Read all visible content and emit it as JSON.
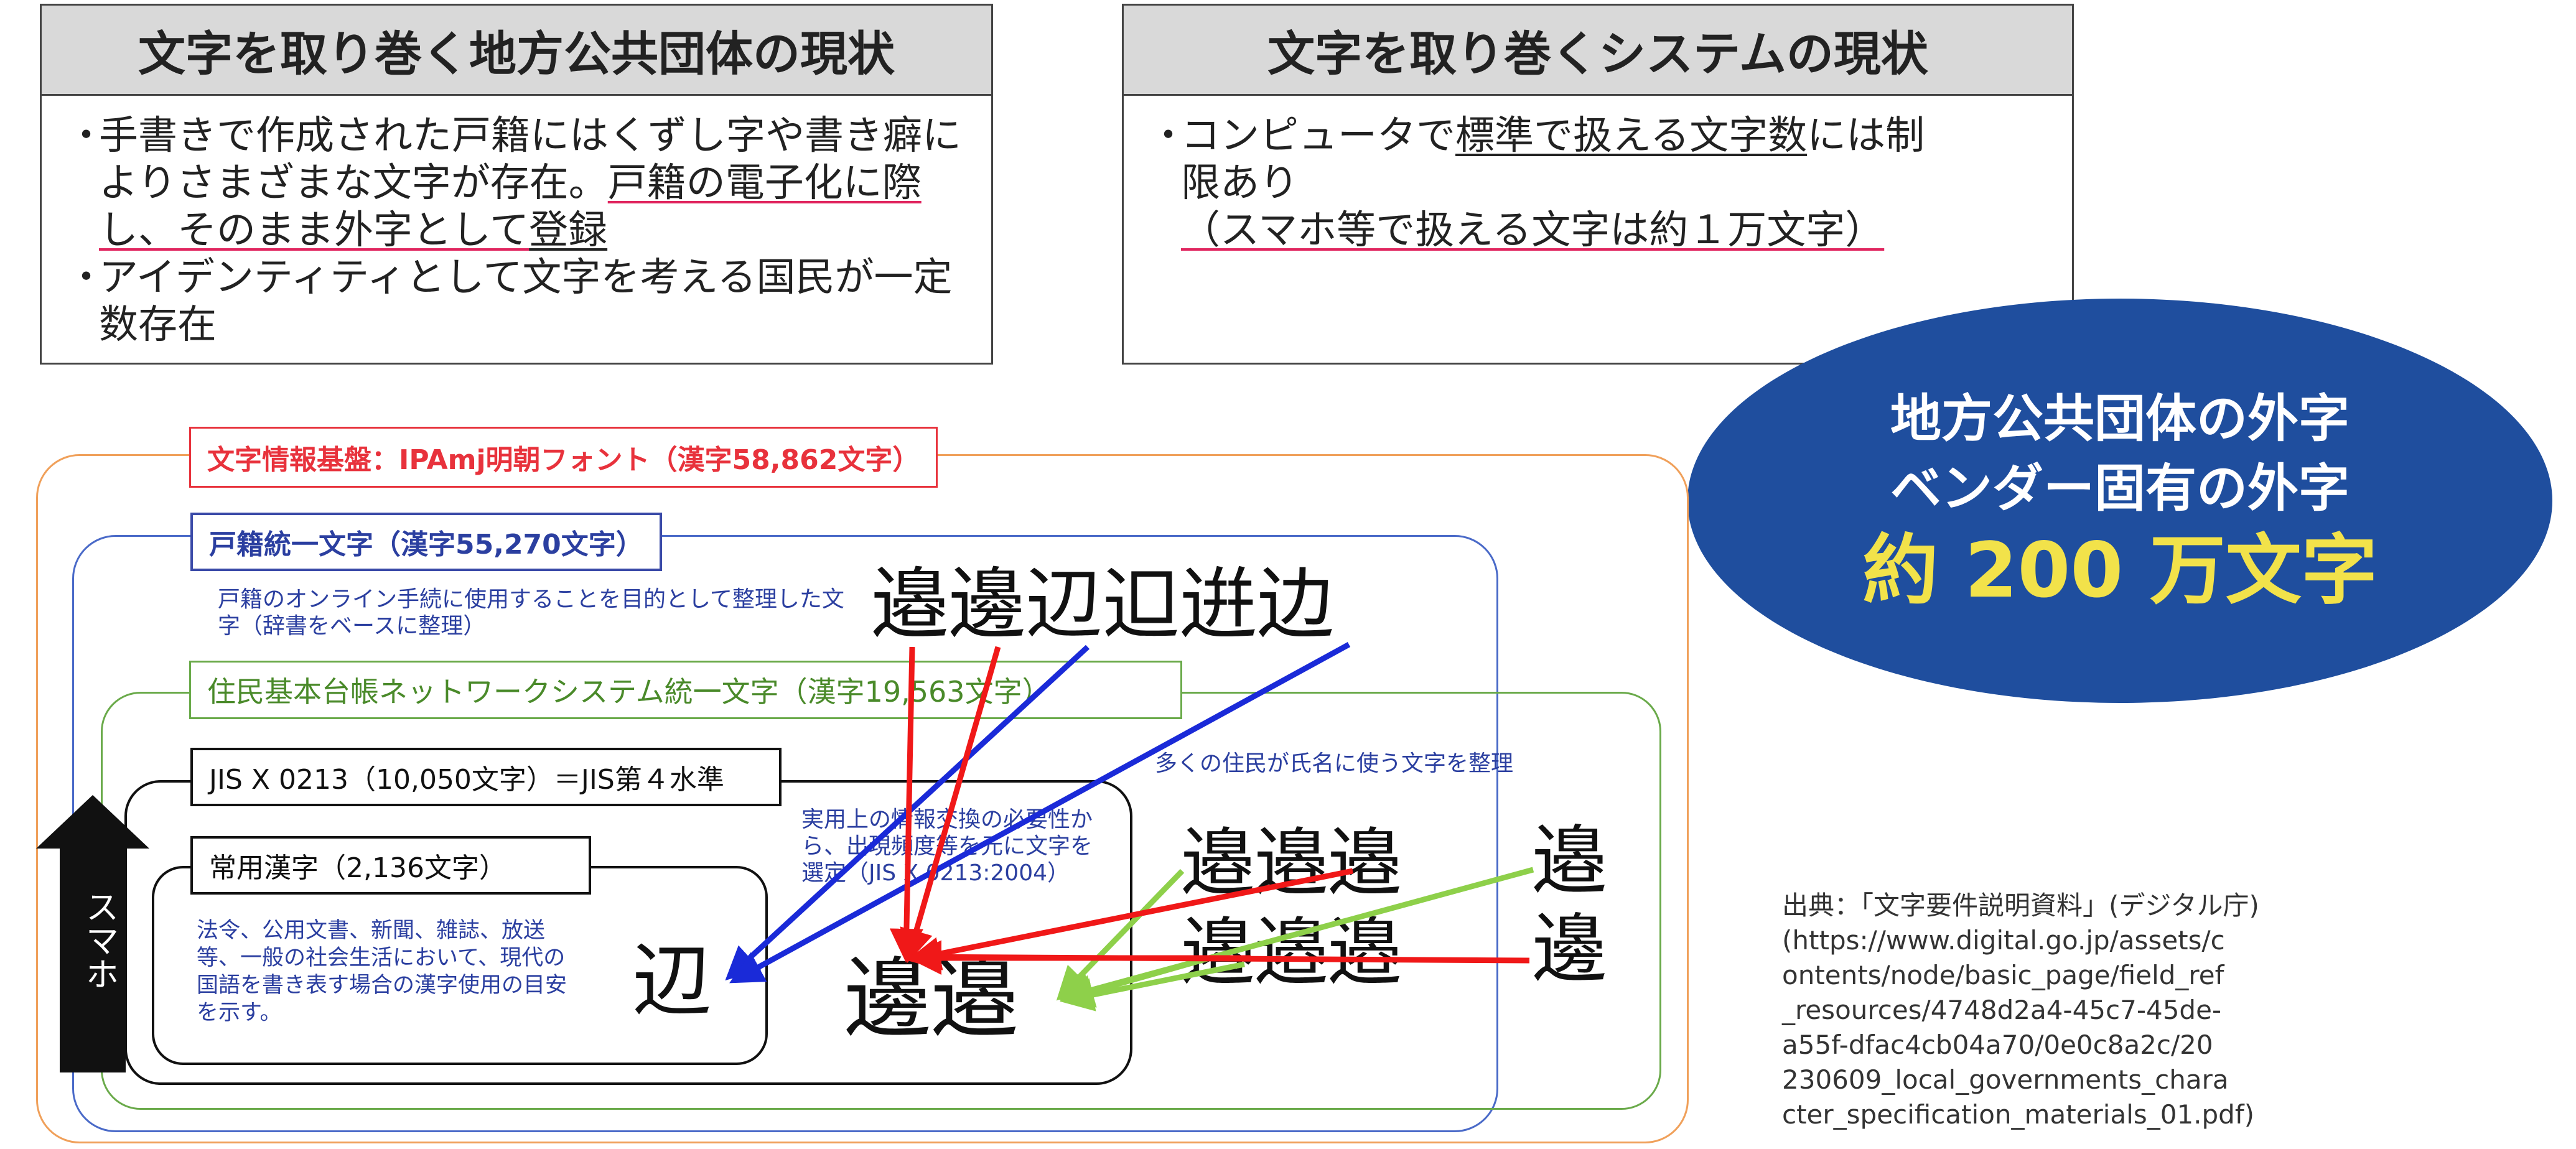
{
  "panel_left": {
    "title": "文字を取り巻く地方公共団体の現状",
    "bullet": "・",
    "item1_a": "手書きで作成された戸籍にはくずし字や書き癖によりさまざまな文字が存在。",
    "item1_b": "戸籍の電子化に際し、そのまま外字として",
    "item1_c": "登録",
    "item2": "アイデンティティとして文字を考える国民が一定数存在"
  },
  "panel_right": {
    "title": "文字を取り巻くシステムの現状",
    "bullet": "・",
    "line1_a": "コンピュータで",
    "line1_b": "標準で扱える文字数",
    "line1_c": "には制限あり",
    "line2": "（スマホ等で扱える文字は約１万文字）"
  },
  "ellipse": {
    "line1": "地方公共団体の外字",
    "line2": "ベンダー固有の外字",
    "line3": "約 200 万文字"
  },
  "sets": {
    "ipamj": "文字情報基盤：IPAmj明朝フォント（漢字58,862文字）",
    "koseki": "戸籍統一文字（漢字55,270文字）",
    "koseki_desc": "戸籍のオンライン手続に使用することを目的として整理した文字（辞書をベースに整理）",
    "juki": "住民基本台帳ネットワークシステム統一文字（漢字19,563文字）",
    "juki_desc": "多くの住民が氏名に使う文字を整理",
    "jis": "JIS X 0213（10,050文字）＝JIS第４水準",
    "jis_desc": "実用上の情報交換の必要性から、出現頻度等を元に文字を選定（JIS X 0213:2004）",
    "joyo": "常用漢字（2,136文字）",
    "joyo_desc": "法令、公用文書、新聞、雑誌、放送等、一般の社会生活において、現代の国語を書き表す場合の漢字使用の目安を示す。",
    "smaho": "スマホ"
  },
  "kanji": {
    "top_row": "邉邊辺𨑕逬边",
    "joyo_char": "辺",
    "jis_pair": "邊邉",
    "mid_row1": "邉邉邉",
    "mid_row2": "邉邉邉",
    "single1": "邉",
    "single2": "邊"
  },
  "source": {
    "text": "出典：「文字要件説明資料」(デジタル庁)\n(https://www.digital.go.jp/assets/c\nontents/node/basic_page/field_ref\n_resources/4748d2a4-45c7-45de-\na55f-dfac4cb04a70/0e0c8a2c/20\n230609_local_governments_chara\ncter_specification_materials_01.pdf)"
  },
  "colors": {
    "ipamj": "#e8323c",
    "outer_frame": "#f0a05a",
    "koseki": "#3a4aa8",
    "juki": "#5a9a3a",
    "ellipse": "#1f4e9e",
    "ellipse_accent": "#f2e24a",
    "arrow_red": "#f01818",
    "arrow_blue": "#1a2ad8",
    "arrow_green": "#8ed04a"
  }
}
